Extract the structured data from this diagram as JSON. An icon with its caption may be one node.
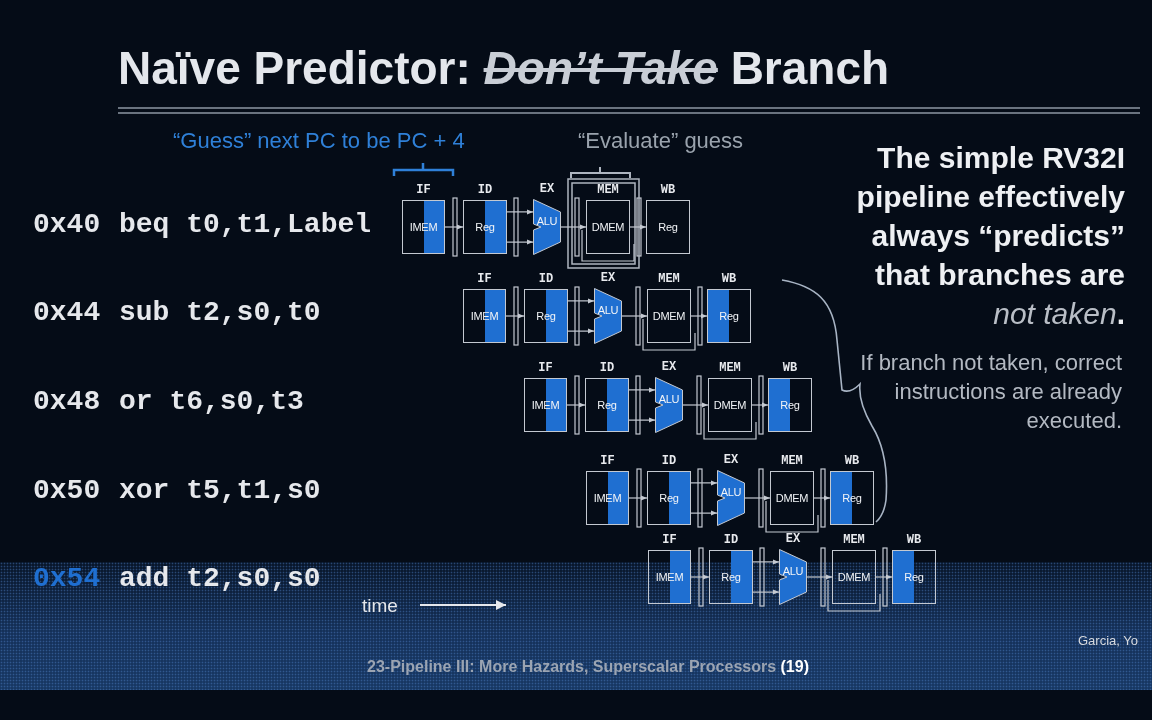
{
  "diagram": {
    "title": "Naïve Predictor: *Don’t Take* Branch",
    "nodes": [
      {
        "text": [
          "IF",
          "IMEM"
        ]
      },
      {
        "text": [
          "ID",
          "Reg"
        ]
      },
      {
        "text": [
          "EX",
          "ALU"
        ]
      },
      {
        "text": [
          "MEM",
          "DMEM"
        ]
      },
      {
        "text": [
          "WB",
          "Reg"
        ]
      },
      {
        "text": [
          "IF",
          "IMEM"
        ]
      },
      {
        "text": [
          "ID",
          "Reg"
        ]
      },
      {
        "text": [
          "EX",
          "ALU"
        ]
      },
      {
        "text": [
          "MEM",
          "DMEM"
        ]
      },
      {
        "text": [
          "WB",
          "Reg"
        ]
      },
      {
        "text": [
          "IF",
          "IMEM"
        ]
      },
      {
        "text": [
          "ID",
          "Reg"
        ]
      },
      {
        "text": [
          "EX",
          "ALU"
        ]
      },
      {
        "text": [
          "MEM",
          "DMEM"
        ]
      },
      {
        "text": [
          "WB",
          "Reg"
        ]
      },
      {
        "text": [
          "IF",
          "IMEM"
        ]
      },
      {
        "text": [
          "ID",
          "Reg"
        ]
      },
      {
        "text": [
          "EX",
          "ALU"
        ]
      },
      {
        "text": [
          "MEM",
          "DMEM"
        ]
      },
      {
        "text": [
          "WB",
          "Reg"
        ]
      },
      {
        "text": [
          "IF",
          "IMEM"
        ]
      },
      {
        "text": [
          "ID",
          "Reg"
        ]
      },
      {
        "text": [
          "EX",
          "ALU"
        ]
      },
      {
        "text": [
          "MEM",
          "DMEM"
        ]
      },
      {
        "text": [
          "WB",
          "Reg"
        ]
      }
    ],
    "edges": [
      {
        "from": 0,
        "to": 1,
        "arrow": "to"
      },
      {
        "from": 1,
        "to": 2,
        "arrow": "to"
      },
      {
        "from": 1,
        "to": 2,
        "arrow": "to"
      },
      {
        "from": 2,
        "to": 3,
        "arrow": "to"
      },
      {
        "from": 3,
        "to": 4,
        "arrow": "to"
      },
      {
        "from": 5,
        "to": 6,
        "arrow": "to"
      },
      {
        "from": 6,
        "to": 7,
        "arrow": "to"
      },
      {
        "from": 6,
        "to": 7,
        "arrow": "to"
      },
      {
        "from": 7,
        "to": 8,
        "arrow": "to"
      },
      {
        "from": 8,
        "to": 9,
        "arrow": "to"
      },
      {
        "from": 10,
        "to": 11,
        "arrow": "to"
      },
      {
        "from": 11,
        "to": 12,
        "arrow": "to"
      },
      {
        "from": 11,
        "to": 12,
        "arrow": "to"
      },
      {
        "from": 12,
        "to": 13,
        "arrow": "to"
      },
      {
        "from": 13,
        "to": 14,
        "arrow": "to"
      },
      {
        "from": 15,
        "to": 16,
        "arrow": "to"
      },
      {
        "from": 16,
        "to": 17,
        "arrow": "to"
      },
      {
        "from": 16,
        "to": 17,
        "arrow": "to"
      },
      {
        "from": 17,
        "to": 18,
        "arrow": "to"
      },
      {
        "from": 18,
        "to": 19,
        "arrow": "to"
      },
      {
        "from": 20,
        "to": 21,
        "arrow": "to"
      },
      {
        "from": 21,
        "to": 22,
        "arrow": "to"
      },
      {
        "from": 21,
        "to": 22,
        "arrow": "to"
      },
      {
        "from": 22,
        "to": 23,
        "arrow": "to"
      },
      {
        "from": 23,
        "to": 24,
        "arrow": "to"
      }
    ],
    "labels": [
      "“Guess” next PC to be PC + 4",
      "“Evaluate” guess",
      "The simple RV32I pipeline effectively always “predicts” that branches are *not taken*.",
      "0x40",
      "beq t0,t1,Label",
      "0x44",
      "sub t2,s0,t0",
      "If branch not taken, correct instructions are already executed.",
      "0x48",
      "or t6,s0,t3",
      "0x50",
      "xor t5,t1,s0",
      "0x54",
      "add t2,s0,s0",
      "time",
      "23-Pipeline III: More Hazards, Superscalar Processors **(19)**",
      "Garcia, Yo"
    ]
  }
}
